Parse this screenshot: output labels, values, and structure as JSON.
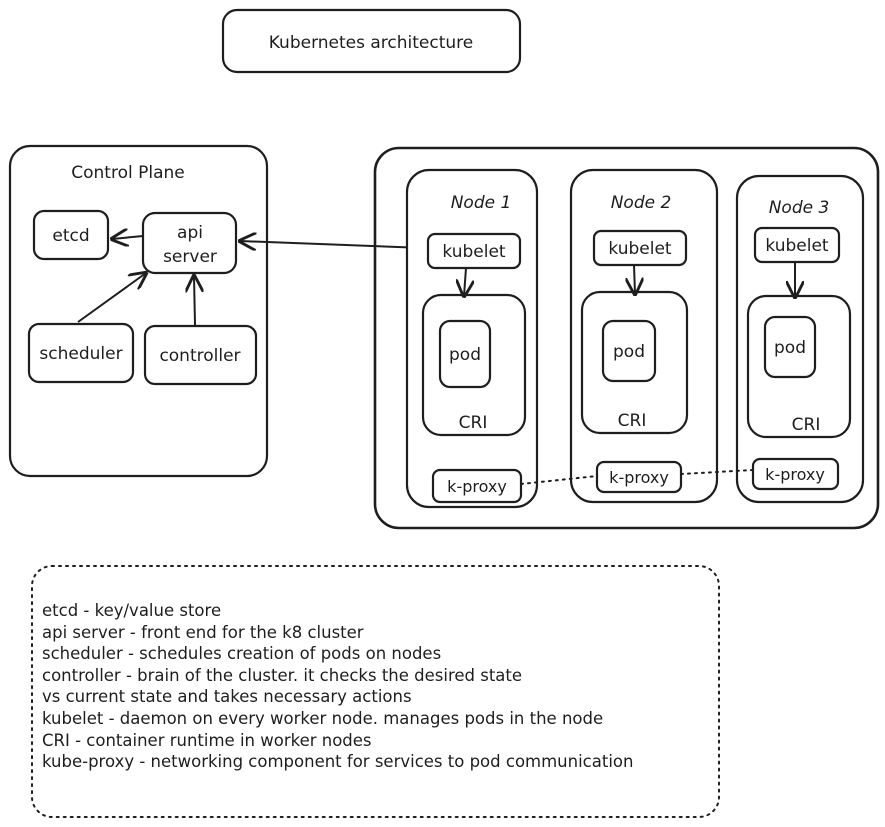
{
  "title": "Kubernetes architecture",
  "control_plane": {
    "label": "Control Plane",
    "components": {
      "etcd": "etcd",
      "api_server_line1": "api",
      "api_server_line2": "server",
      "scheduler": "scheduler",
      "controller": "controller"
    }
  },
  "nodes": [
    {
      "label": "Node 1",
      "kubelet": "kubelet",
      "pod": "pod",
      "cri": "CRI",
      "proxy": "k-proxy"
    },
    {
      "label": "Node 2",
      "kubelet": "kubelet",
      "pod": "pod",
      "cri": "CRI",
      "proxy": "k-proxy"
    },
    {
      "label": "Node 3",
      "kubelet": "kubelet",
      "pod": "pod",
      "cri": "CRI",
      "proxy": "k-proxy"
    }
  ],
  "legend": [
    "etcd - key/value store",
    "api server - front end for the k8 cluster",
    "scheduler - schedules creation of pods on nodes",
    "controller - brain of the cluster. it checks the desired state",
    "vs current state and takes necessary actions",
    "kubelet - daemon on every worker node. manages pods in the node",
    "CRI - container runtime in worker nodes",
    "kube-proxy - networking component for services to pod communication"
  ]
}
